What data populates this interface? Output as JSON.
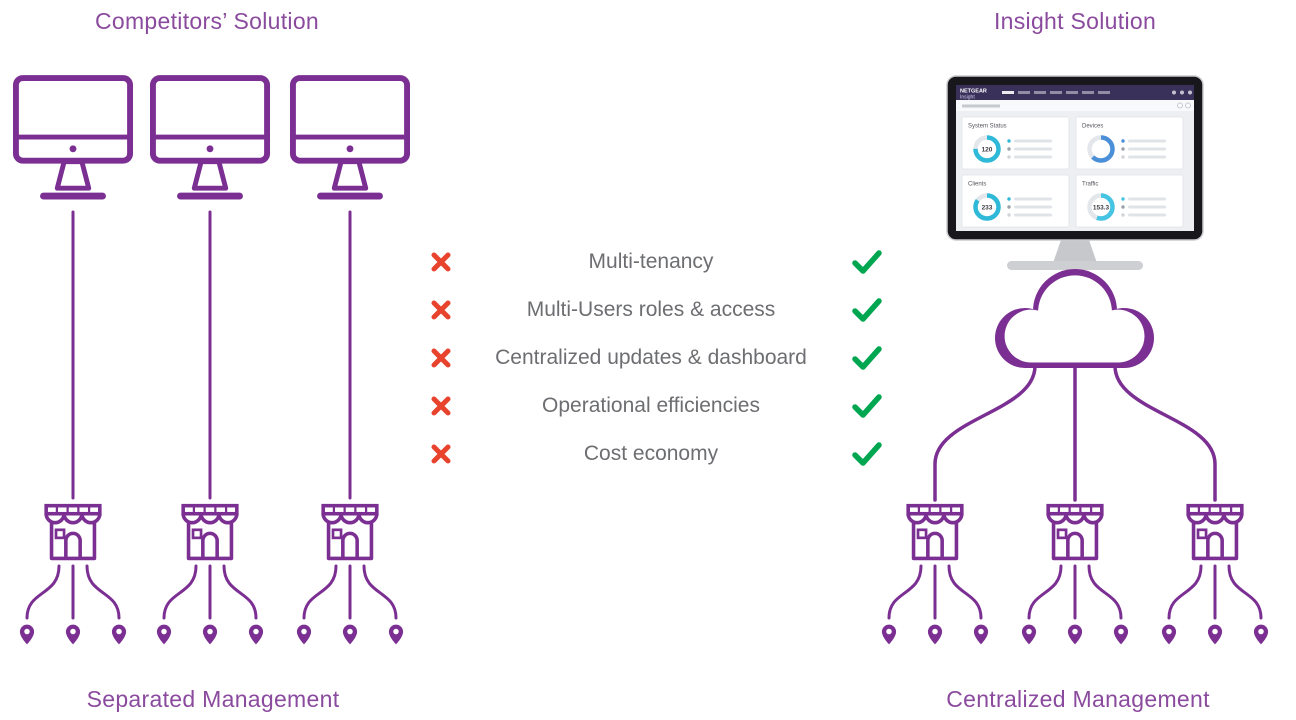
{
  "left": {
    "title": "Competitors’ Solution",
    "caption": "Separated Management"
  },
  "right": {
    "title": "Insight Solution",
    "caption": "Centralized Management",
    "monitor": {
      "brand": "NETGEAR",
      "product": "Insight",
      "cards": [
        {
          "title": "System Status",
          "value": "120"
        },
        {
          "title": "Devices",
          "value": ""
        },
        {
          "title": "Clients",
          "value": "233"
        },
        {
          "title": "Traffic",
          "value": "153.3"
        }
      ]
    }
  },
  "features": [
    {
      "label": "Multi-tenancy"
    },
    {
      "label": "Multi-Users roles & access"
    },
    {
      "label": "Centralized updates & dashboard"
    },
    {
      "label": "Operational efficiencies"
    },
    {
      "label": "Cost economy"
    }
  ],
  "colors": {
    "art_purple": "#7b2f92",
    "text_purple": "#8a4a9d",
    "text_gray": "#6d6e71",
    "red": "#e8432d",
    "green": "#00a650",
    "donut_teal": "#2fb9d8"
  }
}
